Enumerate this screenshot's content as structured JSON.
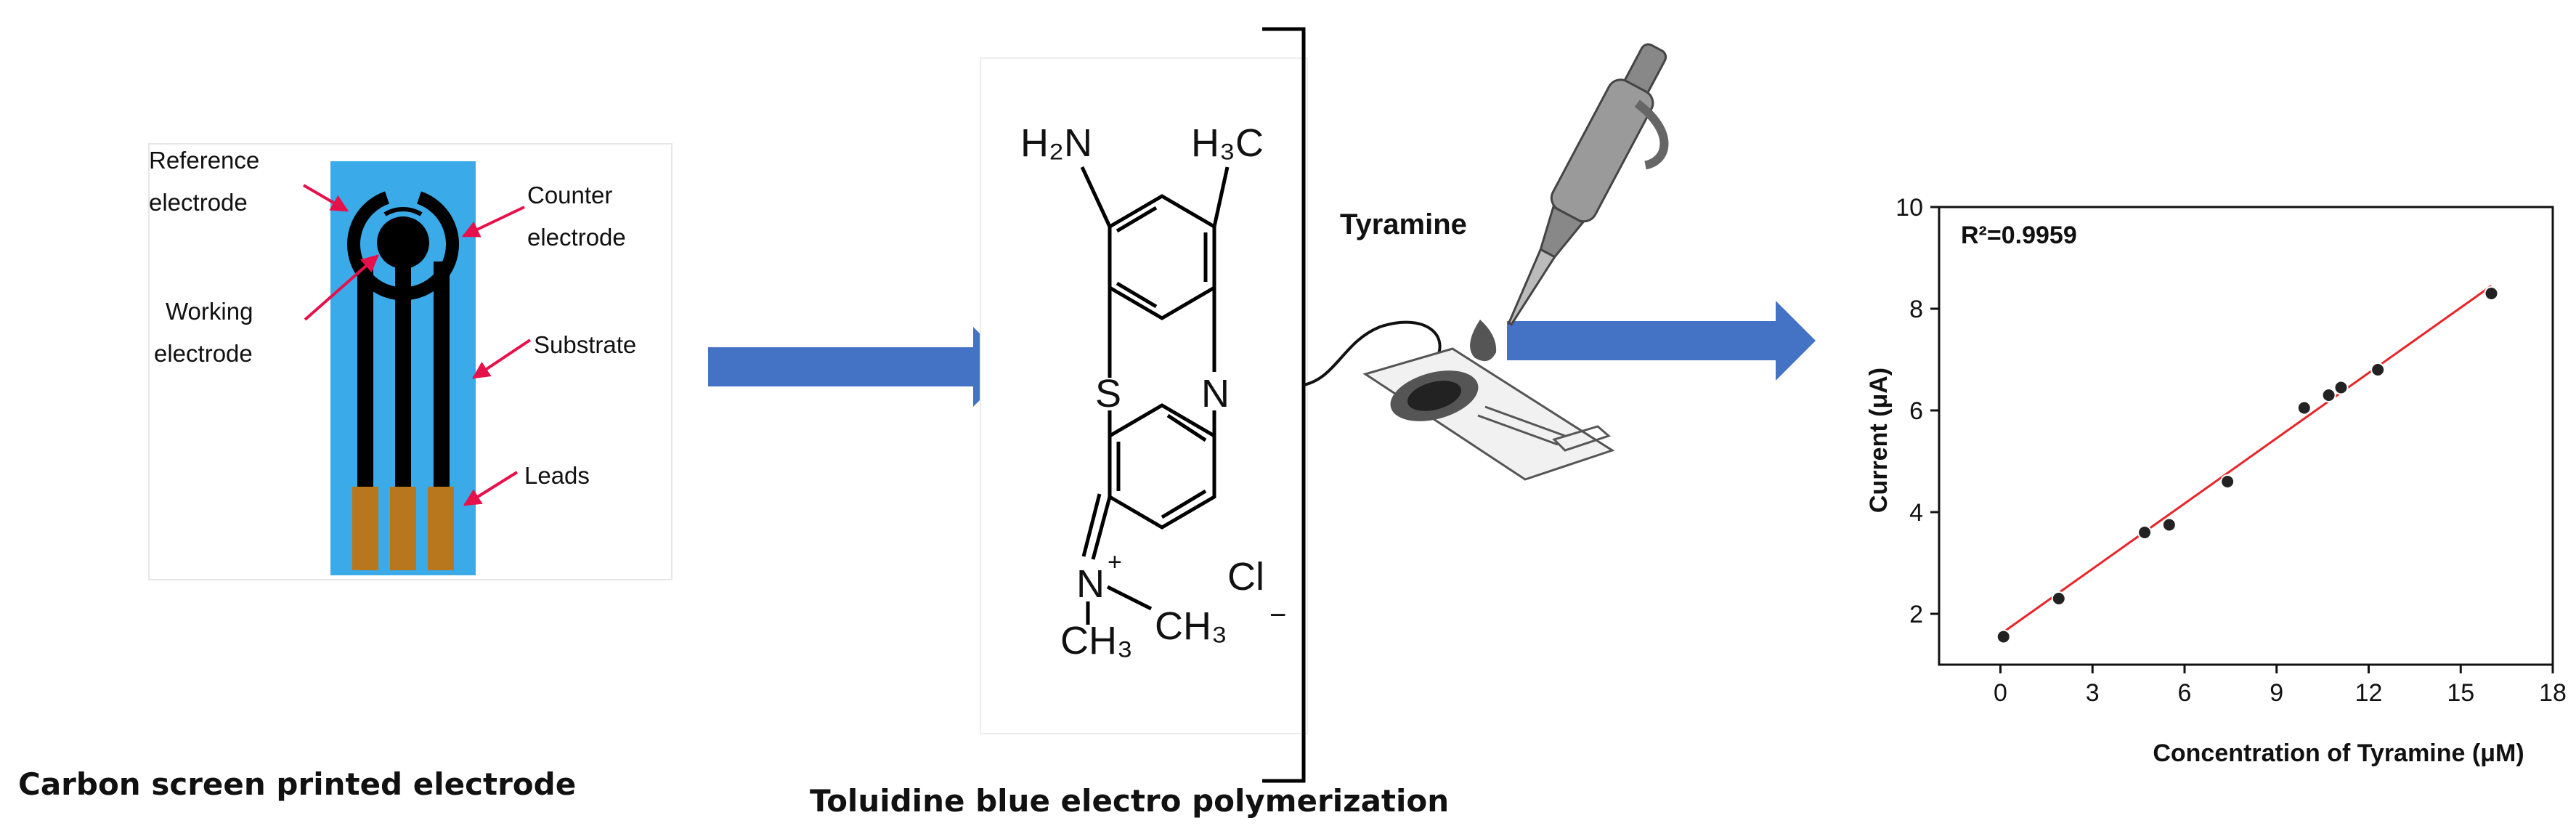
{
  "electrode": {
    "labels": {
      "reference_line1": "Reference",
      "reference_line2": "electrode",
      "counter_line1": "Counter",
      "counter_line2": "electrode",
      "working_line1": "Working",
      "working_line2": "electrode",
      "substrate": "Substrate",
      "leads": "Leads"
    },
    "caption": "Carbon screen printed electrode",
    "colors": {
      "substrate": "#3aaae8",
      "carbon": "#000000",
      "leads": "#b8771c",
      "pointer": "#e8104a"
    }
  },
  "molecule": {
    "caption": "Toluidine blue electro polymerization",
    "labels": {
      "amine": "H₂N",
      "methyl": "H₃C",
      "sulfur": "S",
      "nitrogen_ring": "N",
      "iminium_n": "N",
      "methyl_1": "CH₃",
      "methyl_2": "CH₃",
      "chloride": "Cl",
      "plus": "+",
      "minus": "−"
    }
  },
  "pipette": {
    "label": "Tyramine"
  },
  "arrows": {
    "color": "#4472c4"
  },
  "chart_data": {
    "type": "scatter",
    "annotation": "R²=0.9959",
    "xlabel": "Concentration of Tyramine (μM)",
    "ylabel": "Current (μA)",
    "xlim": [
      -2,
      18
    ],
    "ylim": [
      1,
      10
    ],
    "x_ticks": [
      "0",
      "3",
      "6",
      "9",
      "12",
      "15",
      "18"
    ],
    "y_ticks": [
      "2",
      "4",
      "6",
      "8",
      "10"
    ],
    "points": [
      {
        "x": 0.1,
        "y": 1.55
      },
      {
        "x": 1.9,
        "y": 2.3
      },
      {
        "x": 4.7,
        "y": 3.6
      },
      {
        "x": 5.5,
        "y": 3.75
      },
      {
        "x": 7.4,
        "y": 4.6
      },
      {
        "x": 9.9,
        "y": 6.05
      },
      {
        "x": 10.7,
        "y": 6.3
      },
      {
        "x": 11.1,
        "y": 6.45
      },
      {
        "x": 12.3,
        "y": 6.8
      },
      {
        "x": 16.0,
        "y": 8.3
      }
    ],
    "fit": {
      "x": [
        0,
        16
      ],
      "y": [
        1.6,
        8.45
      ]
    },
    "fit_color": "#e8262a"
  }
}
